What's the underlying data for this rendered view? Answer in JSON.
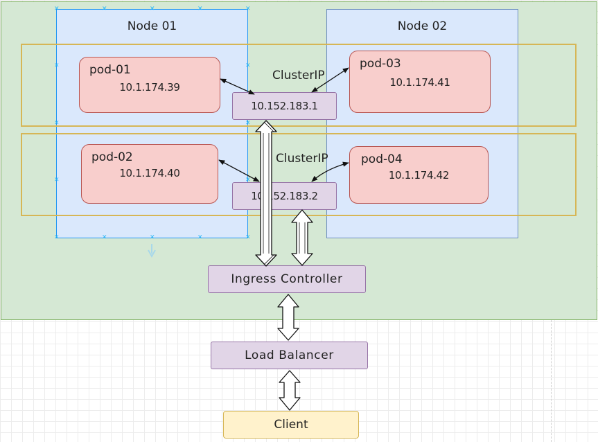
{
  "nodes": [
    {
      "title": "Node 01"
    },
    {
      "title": "Node 02"
    }
  ],
  "services": [
    {
      "label": "ClusterIP",
      "ip": "10.152.183.1"
    },
    {
      "label": "ClusterIP",
      "ip": "10.152.183.2"
    }
  ],
  "pods": [
    {
      "name": "pod-01",
      "ip": "10.1.174.39"
    },
    {
      "name": "pod-02",
      "ip": "10.1.174.40"
    },
    {
      "name": "pod-03",
      "ip": "10.1.174.41"
    },
    {
      "name": "pod-04",
      "ip": "10.1.174.42"
    }
  ],
  "ingress": {
    "label": "Ingress Controller"
  },
  "load_balancer": {
    "label": "Load Balancer"
  },
  "client": {
    "label": "Client"
  },
  "colors": {
    "cluster_fill": "#d5e8d4",
    "node_fill": "#dae8fc",
    "pod_fill": "#f8cecc",
    "service_fill": "#e1d5e7",
    "client_fill": "#fff2cc",
    "band_stroke": "#d6b656"
  }
}
